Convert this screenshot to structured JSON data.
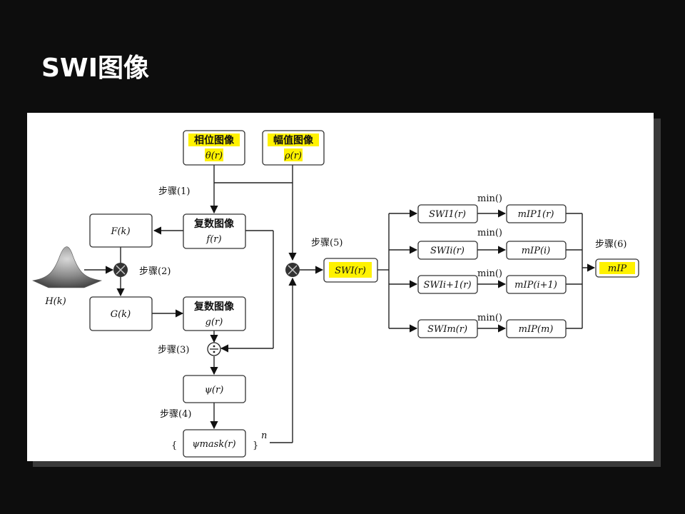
{
  "slide": {
    "title": "SWI图像"
  },
  "diagram": {
    "phase_box": {
      "line1": "相位图像",
      "line2": "θ(r)"
    },
    "mag_box": {
      "line1": "幅值图像",
      "line2": "ρ(r)"
    },
    "complex_f": {
      "line1": "复数图像",
      "line2": "f(r)"
    },
    "complex_g": {
      "line1": "复数图像",
      "line2": "g(r)"
    },
    "fk": "F(k)",
    "gk": "G(k)",
    "hk": "H(k)",
    "psi": "ψ(r)",
    "psimask": "ψmask(r)",
    "brace_open": "{",
    "brace_close": "}",
    "power_n": "n",
    "swi": "SWI(r)",
    "step1": "步骤(1)",
    "step2": "步骤(2)",
    "step3": "步骤(3)",
    "step4": "步骤(4)",
    "step5": "步骤(5)",
    "step6": "步骤(6)",
    "min_label": "min()",
    "swi_rows": [
      "SWI1(r)",
      "SWIi(r)",
      "SWIi+1(r)",
      "SWIm(r)"
    ],
    "mip_rows": [
      "mIP1(r)",
      "mIP(i)",
      "mIP(i+1)",
      "mIP(m)"
    ],
    "mip_out": "mIP"
  }
}
